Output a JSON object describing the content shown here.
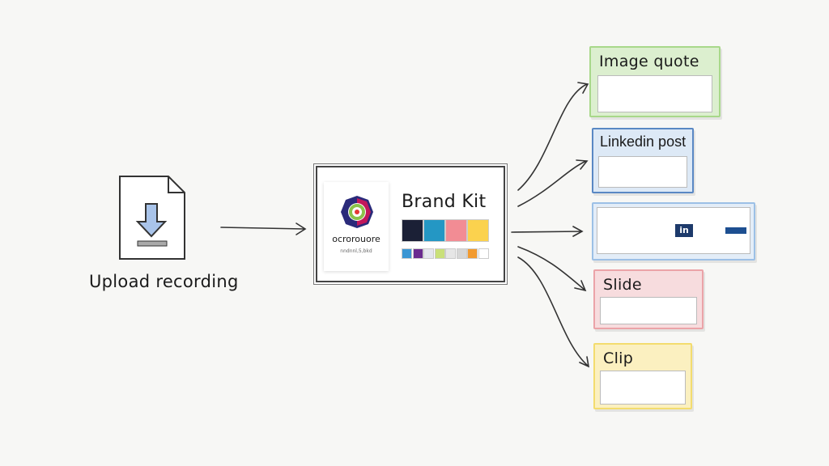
{
  "upload": {
    "label": "Upload recording",
    "icon": "download-file-icon"
  },
  "brand_kit": {
    "title": "Brand Kit",
    "logo_text": "ocrorouore",
    "logo_subtext": "nndnnl,5,bkd",
    "primary_colors": [
      "#1b2036",
      "#2497c4",
      "#f28c94",
      "#fbd24e"
    ],
    "secondary_colors": [
      "#3b96d4",
      "#6a2b8f",
      "#e4e6ee",
      "#c9e07a",
      "#e6e6e6",
      "#d6d6d6",
      "#f29a2e",
      "#ffffff"
    ]
  },
  "outputs": [
    {
      "label": "Image quote",
      "color": "#a8d88a"
    },
    {
      "label": "Linkedin post",
      "color": "#9cc0e6"
    },
    {
      "label": "",
      "color": "#9cc0e6",
      "badge": "in"
    },
    {
      "label": "Slide",
      "color": "#eba3a8"
    },
    {
      "label": "Clip",
      "color": "#f3dc6e"
    }
  ]
}
